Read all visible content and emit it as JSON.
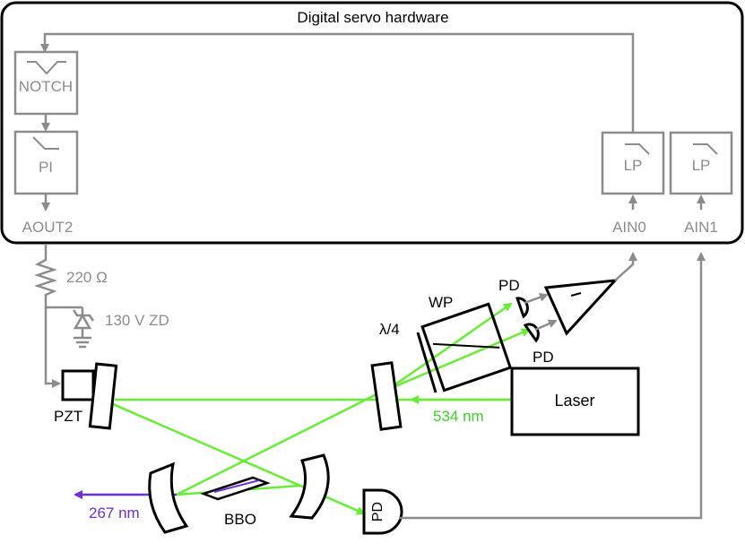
{
  "colors": {
    "signal": "#8c8c8c",
    "beam_green": "#66ee33",
    "beam_purple": "#6a2fd6",
    "outline": "#000000"
  },
  "box": {
    "title": "Digital servo hardware"
  },
  "blocks": {
    "notch": "NOTCH",
    "pi": "PI",
    "aout2": "AOUT2",
    "lp0": "LP",
    "lp1": "LP",
    "ain0": "AIN0",
    "ain1": "AIN1"
  },
  "components": {
    "resistor": "220 Ω",
    "zener": "130 V ZD",
    "pzt": "PZT",
    "quarter_wave": "λ/4",
    "wp": "WP",
    "pd_top": "PD",
    "pd_bottom": "PD",
    "pd_trans": "PD",
    "laser": "Laser",
    "bbo": "BBO"
  },
  "beams": {
    "green_label": "534 nm",
    "uv_label": "267 nm"
  }
}
